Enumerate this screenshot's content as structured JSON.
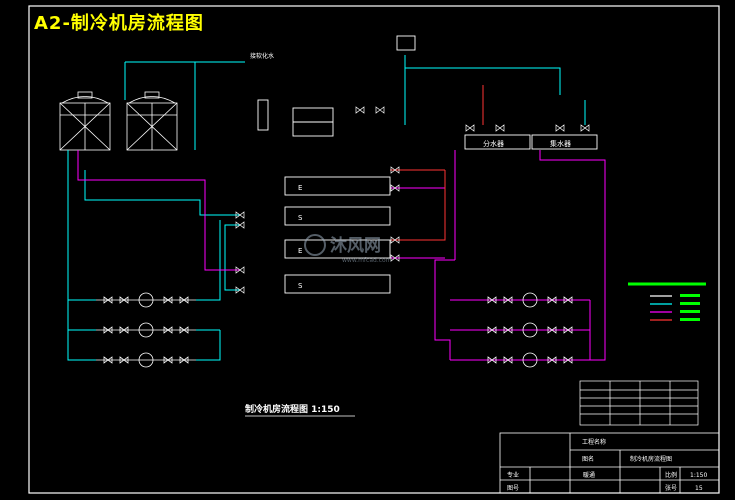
{
  "title": "A2-制冷机房流程图",
  "subtitle": "制冷机房流程图 1:150",
  "labels": {
    "softened_water": "接软化水",
    "distributor": "分水器",
    "collector": "集水器",
    "chiller_e1": "E",
    "chiller_s1": "S",
    "chiller_e2": "E",
    "chiller_s2": "S",
    "watermark": "沐风网",
    "watermark_url": "www.mfcad.com"
  },
  "title_block": {
    "project_label": "工程名称",
    "drawing_label": "图名",
    "drawing_name": "制冷机房流程图",
    "major_label": "专业",
    "scale_label": "比例",
    "scale_value": "1:150",
    "sheet_label": "张号",
    "sheet_value": "15",
    "row_a": "暖通",
    "row_b": "图号"
  },
  "colors": {
    "background": "#000000",
    "frame": "#ffffff",
    "cooling_water": "#00ffff",
    "chilled_supply": "#ff00ff",
    "chilled_return": "#ff3333",
    "makeup": "#ffffff",
    "label_green": "#00ff00",
    "title": "#ffff00"
  }
}
